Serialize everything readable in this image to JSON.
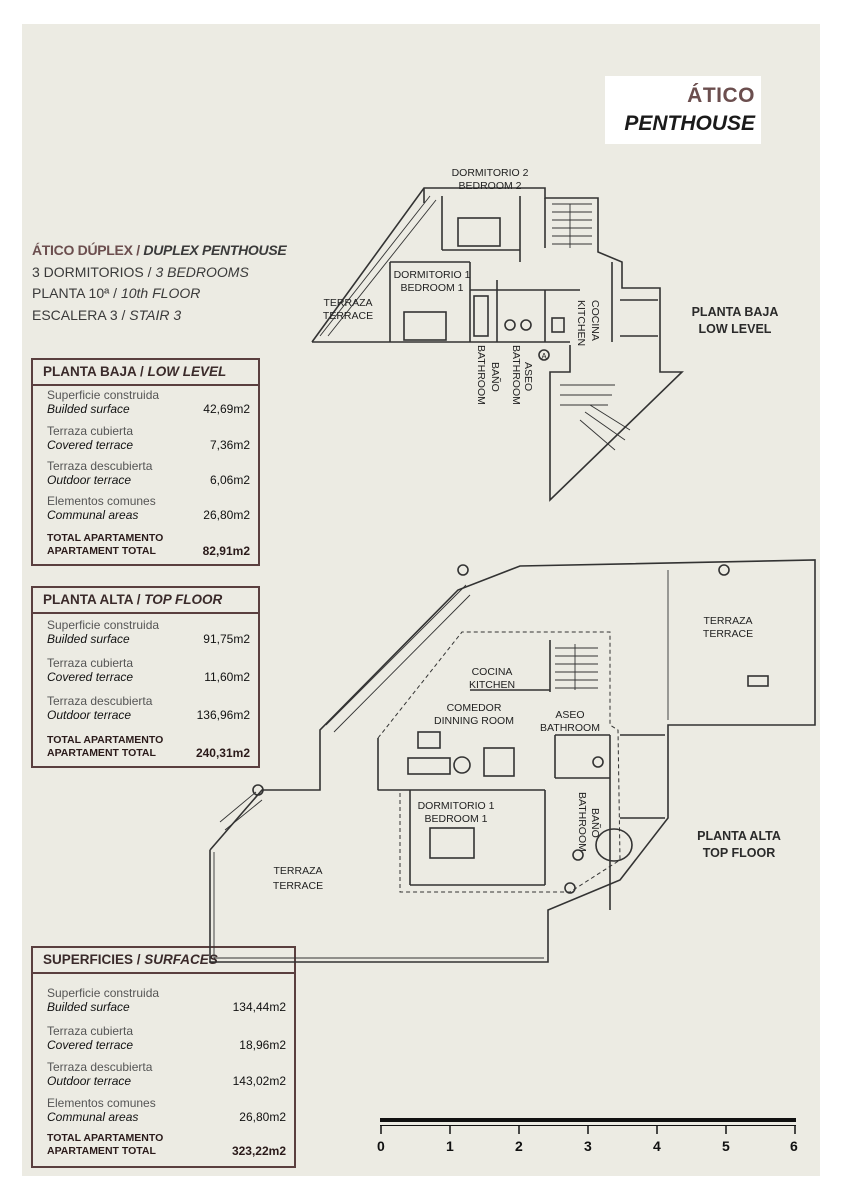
{
  "header": {
    "line1": "ÁTICO",
    "line2": "PENTHOUSE"
  },
  "summary": {
    "type_es": "ÁTICO DÚPLEX /",
    "type_en": "DUPLEX PENTHOUSE",
    "rooms_es": "3 DORMITORIOS /",
    "rooms_en": "3 BEDROOMS",
    "floor_es": "PLANTA 10ª /",
    "floor_en": "10th FLOOR",
    "stair_es": "ESCALERA 3 /",
    "stair_en": "STAIR 3"
  },
  "low_level": {
    "title_es": "PLANTA BAJA /",
    "title_en": "LOW LEVEL",
    "rows": [
      {
        "es": "Superficie construida",
        "en": "Builded surface",
        "value": "42,69m2"
      },
      {
        "es": "Terraza cubierta",
        "en": "Covered terrace",
        "value": "7,36m2"
      },
      {
        "es": "Terraza descubierta",
        "en": "Outdoor terrace",
        "value": "6,06m2"
      },
      {
        "es": "Elementos comunes",
        "en": "Communal areas",
        "value": "26,80m2"
      }
    ],
    "total_es": "TOTAL APARTAMENTO",
    "total_en": "APARTAMENT TOTAL",
    "total_value": "82,91m2"
  },
  "top_floor": {
    "title_es": "PLANTA ALTA /",
    "title_en": "TOP FLOOR",
    "rows": [
      {
        "es": "Superficie construida",
        "en": "Builded surface",
        "value": "91,75m2"
      },
      {
        "es": "Terraza cubierta",
        "en": "Covered terrace",
        "value": "11,60m2"
      },
      {
        "es": "Terraza descubierta",
        "en": "Outdoor terrace",
        "value": "136,96m2"
      }
    ],
    "total_es": "TOTAL APARTAMENTO",
    "total_en": "APARTAMENT TOTAL",
    "total_value": "240,31m2"
  },
  "surfaces": {
    "title_es": "SUPERFICIES /",
    "title_en": "SURFACES",
    "rows": [
      {
        "es": "Superficie construida",
        "en": "Builded surface",
        "value": "134,44m2"
      },
      {
        "es": "Terraza cubierta",
        "en": "Covered terrace",
        "value": "18,96m2"
      },
      {
        "es": "Terraza descubierta",
        "en": "Outdoor terrace",
        "value": "143,02m2"
      },
      {
        "es": "Elementos comunes",
        "en": "Communal areas",
        "value": "26,80m2"
      }
    ],
    "total_es": "TOTAL APARTAMENTO",
    "total_en": "APARTAMENT TOTAL",
    "total_value": "323,22m2"
  },
  "levels": {
    "low_es": "PLANTA BAJA",
    "low_en": "LOW LEVEL",
    "top_es": "PLANTA ALTA",
    "top_en": "TOP FLOOR"
  },
  "plan_low": {
    "bedroom2_es": "DORMITORIO 2",
    "bedroom2_en": "BEDROOM 2",
    "bedroom1_es": "DORMITORIO 1",
    "bedroom1_en": "BEDROOM 1",
    "terrace_es": "TERRAZA",
    "terrace_en": "TERRACE",
    "kitchen_es": "COCINA",
    "kitchen_en": "KITCHEN",
    "bath_es": "BAÑO",
    "bath_en": "BATHROOM",
    "toilet_es": "ASEO",
    "toilet_en": "BATHROOM",
    "door_marker": "A"
  },
  "plan_top": {
    "terrace1_es": "TERRAZA",
    "terrace1_en": "TERRACE",
    "kitchen_es": "COCINA",
    "kitchen_en": "KITCHEN",
    "dining_es": "COMEDOR",
    "dining_en": "DINNING ROOM",
    "toilet_es": "ASEO",
    "toilet_en": "BATHROOM",
    "bedroom1_es": "DORMITORIO 1",
    "bedroom1_en": "BEDROOM 1",
    "bath_es": "BAÑO",
    "bath_en": "BATHROOM",
    "terrace2_es": "TERRAZA",
    "terrace2_en": "TERRACE"
  },
  "scale": {
    "ticks": [
      "0",
      "1",
      "2",
      "3",
      "4",
      "5",
      "6"
    ]
  }
}
